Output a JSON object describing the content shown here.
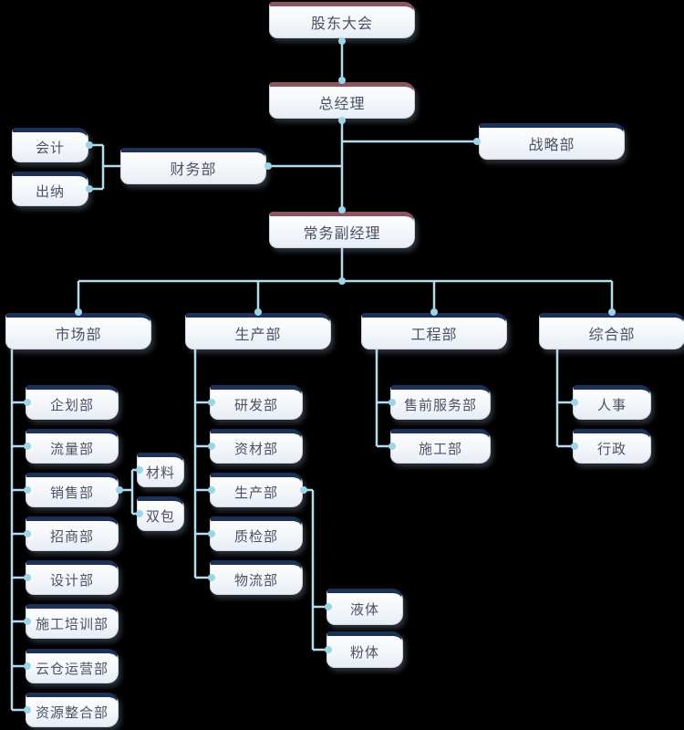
{
  "diagram": {
    "type": "org-chart",
    "colors": {
      "accent_red": "#8d5560",
      "accent_navy": "#1d3156",
      "connector": "#b5dcec",
      "connector_dot": "#9fd3e6",
      "node_text": "#4a5264",
      "background": "#000000"
    },
    "nodes": [
      {
        "id": "shareholders",
        "label": "股东大会",
        "accent": "red",
        "parent": null
      },
      {
        "id": "general-manager",
        "label": "总经理",
        "accent": "red",
        "parent": "shareholders"
      },
      {
        "id": "finance",
        "label": "财务部",
        "accent": "navy",
        "parent": "general-manager"
      },
      {
        "id": "accounting",
        "label": "会计",
        "accent": "navy",
        "parent": "finance"
      },
      {
        "id": "cashier",
        "label": "出纳",
        "accent": "navy",
        "parent": "finance"
      },
      {
        "id": "strategy",
        "label": "战略部",
        "accent": "navy",
        "parent": "general-manager"
      },
      {
        "id": "deputy-gm",
        "label": "常务副经理",
        "accent": "red",
        "parent": "general-manager"
      },
      {
        "id": "marketing",
        "label": "市场部",
        "accent": "navy",
        "parent": "deputy-gm"
      },
      {
        "id": "production",
        "label": "生产部",
        "accent": "navy",
        "parent": "deputy-gm"
      },
      {
        "id": "engineering",
        "label": "工程部",
        "accent": "navy",
        "parent": "deputy-gm"
      },
      {
        "id": "general-affairs",
        "label": "综合部",
        "accent": "navy",
        "parent": "deputy-gm"
      },
      {
        "id": "planning",
        "label": "企划部",
        "accent": "navy",
        "parent": "marketing"
      },
      {
        "id": "traffic",
        "label": "流量部",
        "accent": "navy",
        "parent": "marketing"
      },
      {
        "id": "sales",
        "label": "销售部",
        "accent": "navy",
        "parent": "marketing"
      },
      {
        "id": "merchant",
        "label": "招商部",
        "accent": "navy",
        "parent": "marketing"
      },
      {
        "id": "design",
        "label": "设计部",
        "accent": "navy",
        "parent": "marketing"
      },
      {
        "id": "construction-training",
        "label": "施工培训部",
        "accent": "navy",
        "parent": "marketing"
      },
      {
        "id": "cloud-warehouse-ops",
        "label": "云仓运营部",
        "accent": "navy",
        "parent": "marketing"
      },
      {
        "id": "resource-integration",
        "label": "资源整合部",
        "accent": "navy",
        "parent": "marketing"
      },
      {
        "id": "materials",
        "label": "材料",
        "accent": "navy",
        "parent": "sales"
      },
      {
        "id": "double-contract",
        "label": "双包",
        "accent": "navy",
        "parent": "sales"
      },
      {
        "id": "rnd",
        "label": "研发部",
        "accent": "navy",
        "parent": "production"
      },
      {
        "id": "supplies",
        "label": "资材部",
        "accent": "navy",
        "parent": "production"
      },
      {
        "id": "production-sub",
        "label": "生产部",
        "accent": "navy",
        "parent": "production"
      },
      {
        "id": "quality",
        "label": "质检部",
        "accent": "navy",
        "parent": "production"
      },
      {
        "id": "logistics",
        "label": "物流部",
        "accent": "navy",
        "parent": "production"
      },
      {
        "id": "liquid",
        "label": "液体",
        "accent": "navy",
        "parent": "production-sub"
      },
      {
        "id": "powder",
        "label": "粉体",
        "accent": "navy",
        "parent": "production-sub"
      },
      {
        "id": "presales-service",
        "label": "售前服务部",
        "accent": "navy",
        "parent": "engineering"
      },
      {
        "id": "construction",
        "label": "施工部",
        "accent": "navy",
        "parent": "engineering"
      },
      {
        "id": "hr",
        "label": "人事",
        "accent": "navy",
        "parent": "general-affairs"
      },
      {
        "id": "admin",
        "label": "行政",
        "accent": "navy",
        "parent": "general-affairs"
      }
    ]
  }
}
